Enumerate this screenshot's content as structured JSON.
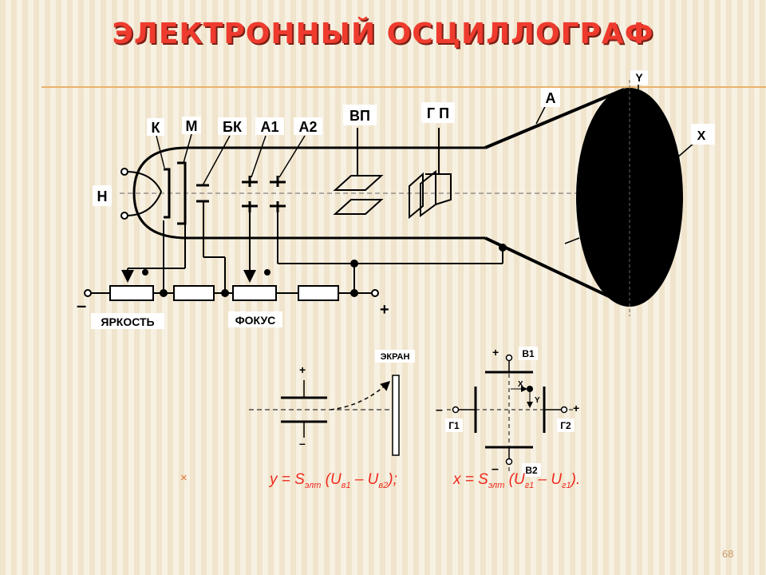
{
  "title": "ЭЛЕКТРОННЫЙ ОСЦИЛЛОГРАФ",
  "tube_labels": {
    "k": "К",
    "m": "М",
    "bk": "БК",
    "a1": "А1",
    "a2": "А2",
    "vp": "ВП",
    "gp": "Г П",
    "a": "А",
    "y": "Y",
    "x": "X",
    "h": "Н"
  },
  "circuit_labels": {
    "brightness": "ЯРКОСТЬ",
    "focus": "ФОКУС",
    "minus": "–",
    "plus": "+"
  },
  "deflect_left": {
    "screen": "ЭКРАН",
    "plus": "+",
    "minus": "–"
  },
  "deflect_right": {
    "v1": "В1",
    "v2": "В2",
    "g1": "Г1",
    "g2": "Г2",
    "x": "X",
    "y": "Y",
    "plus_v1": "+",
    "minus_v2": "–",
    "minus_g1": "–",
    "plus_g2": "+"
  },
  "formulas": {
    "bullet": "×",
    "f1_lhs": "y = S",
    "f1_sub": "элт",
    "f1_open": " (U",
    "f1_s1": "в1",
    "f1_mid": " – U",
    "f1_s2": "в2",
    "f1_close": ");",
    "f2_lhs": "x = S",
    "f2_sub": "элт",
    "f2_open": " (U",
    "f2_s1": "г1",
    "f2_mid": " – U",
    "f2_s2": "г1",
    "f2_close": ")."
  },
  "page_number": "68",
  "colors": {
    "title": "#ee3b2e",
    "formula": "#ee2a1e",
    "rule": "#e9b26c"
  }
}
